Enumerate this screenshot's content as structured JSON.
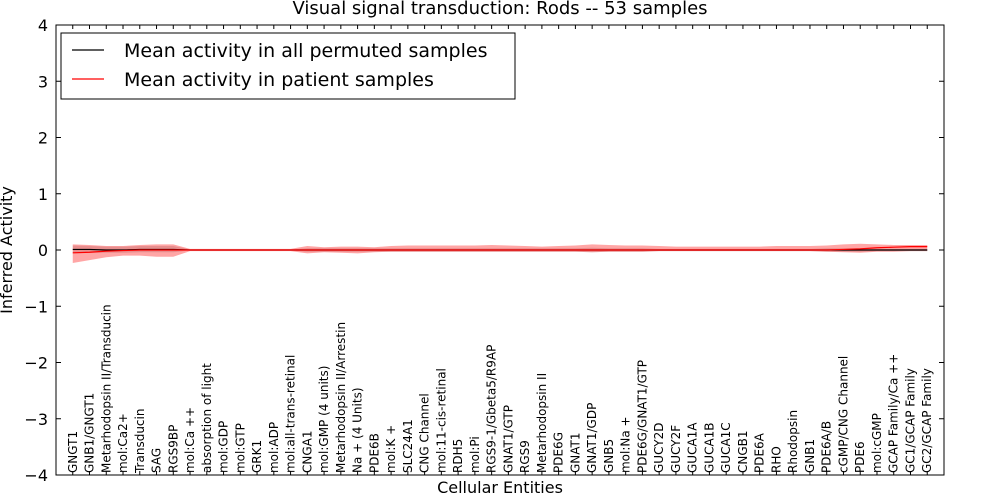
{
  "chart_data": {
    "type": "line",
    "title": "Visual signal transduction: Rods -- 53 samples",
    "xlabel": "Cellular Entities",
    "ylabel": "Inferred Activity",
    "ylim": [
      -4,
      4
    ],
    "yticks": [
      -4,
      -3,
      -2,
      -1,
      0,
      1,
      2,
      3,
      4
    ],
    "ytick_labels": [
      "−4",
      "−3",
      "−2",
      "−1",
      "0",
      "1",
      "2",
      "3",
      "4"
    ],
    "legend_position": "top-left",
    "grid": false,
    "categories": [
      "GNGT1",
      "GNB1/GNGT1",
      "Metarhodopsin II/Transducin",
      "mol:Ca2+",
      "Transducin",
      "SAG",
      "RGS9BP",
      "mol:Ca ++",
      "absorption of light",
      "mol:GDP",
      "mol:GTP",
      "GRK1",
      "mol:ADP",
      "mol:all-trans-retinal",
      "CNGA1",
      "mol:GMP (4 units)",
      "Metarhodopsin II/Arrestin",
      "Na + (4 Units)",
      "PDE6B",
      "mol:K +",
      "SLC24A1",
      "CNG Channel",
      "mol:11-cis-retinal",
      "RDH5",
      "mol:Pi",
      "RGS9-1/Gbeta5/R9AP",
      "GNAT1/GTP",
      "RGS9",
      "Metarhodopsin II",
      "PDE6G",
      "GNAT1",
      "GNAT1/GDP",
      "GNB5",
      "mol:Na +",
      "PDE6G/GNAT1/GTP",
      "GUCY2D",
      "GUCY2F",
      "GUCA1A",
      "GUCA1B",
      "GUCA1C",
      "CNGB1",
      "PDE6A",
      "RHO",
      "Rhodopsin",
      "GNB1",
      "PDE6A/B",
      "cGMP/CNG Channel",
      "PDE6",
      "mol:cGMP",
      "GCAP Family/Ca ++",
      "GC1/GCAP Family",
      "GC2/GCAP Family"
    ],
    "series": [
      {
        "name": "Mean activity in all permuted samples",
        "color": "#000000",
        "values": [
          0.01,
          0.01,
          0.0,
          0.0,
          0.01,
          0.01,
          0.01,
          0.0,
          0.0,
          0.0,
          0.0,
          0.0,
          0.0,
          0.0,
          0.0,
          0.0,
          0.0,
          0.0,
          0.0,
          0.0,
          0.0,
          0.0,
          0.0,
          0.0,
          0.0,
          0.0,
          0.0,
          0.0,
          0.0,
          0.0,
          0.0,
          0.0,
          0.0,
          0.0,
          0.0,
          0.0,
          0.0,
          0.0,
          0.0,
          0.0,
          0.0,
          0.0,
          0.0,
          0.0,
          0.0,
          0.0,
          0.0,
          0.0,
          0.0,
          0.0,
          0.0,
          0.0
        ],
        "band_low": [
          -0.06,
          -0.05,
          -0.05,
          -0.05,
          -0.04,
          -0.04,
          -0.04,
          -0.01,
          -0.01,
          -0.01,
          -0.01,
          -0.01,
          -0.01,
          -0.01,
          -0.03,
          -0.03,
          -0.03,
          -0.03,
          -0.03,
          -0.03,
          -0.03,
          -0.03,
          -0.03,
          -0.03,
          -0.03,
          -0.03,
          -0.03,
          -0.03,
          -0.03,
          -0.03,
          -0.03,
          -0.04,
          -0.03,
          -0.03,
          -0.03,
          -0.02,
          -0.02,
          -0.02,
          -0.02,
          -0.02,
          -0.02,
          -0.02,
          -0.02,
          -0.02,
          -0.02,
          -0.03,
          -0.03,
          -0.03,
          -0.02,
          -0.02,
          -0.02,
          -0.02
        ],
        "band_high": [
          0.08,
          0.07,
          0.06,
          0.06,
          0.07,
          0.07,
          0.07,
          0.01,
          0.01,
          0.01,
          0.01,
          0.01,
          0.01,
          0.01,
          0.03,
          0.03,
          0.03,
          0.03,
          0.03,
          0.03,
          0.03,
          0.03,
          0.03,
          0.03,
          0.03,
          0.03,
          0.03,
          0.03,
          0.03,
          0.03,
          0.03,
          0.04,
          0.03,
          0.03,
          0.03,
          0.02,
          0.02,
          0.02,
          0.02,
          0.02,
          0.02,
          0.02,
          0.02,
          0.02,
          0.02,
          0.03,
          0.03,
          0.03,
          0.02,
          0.02,
          0.02,
          0.02
        ]
      },
      {
        "name": "Mean activity in patient samples",
        "color": "#ff0000",
        "values": [
          -0.05,
          -0.04,
          -0.02,
          -0.01,
          0.0,
          0.0,
          0.0,
          0.0,
          0.0,
          0.0,
          0.0,
          0.0,
          0.0,
          0.0,
          0.0,
          0.0,
          0.0,
          0.0,
          0.0,
          0.0,
          0.0,
          0.0,
          0.0,
          0.0,
          0.0,
          0.0,
          0.0,
          0.0,
          0.0,
          0.0,
          0.0,
          0.0,
          0.0,
          0.0,
          0.0,
          0.0,
          0.0,
          0.0,
          0.0,
          0.0,
          0.0,
          0.0,
          0.0,
          0.0,
          0.0,
          0.0,
          0.01,
          0.02,
          0.04,
          0.05,
          0.06,
          0.06
        ],
        "band_low": [
          -0.23,
          -0.18,
          -0.13,
          -0.1,
          -0.1,
          -0.12,
          -0.12,
          -0.02,
          -0.02,
          -0.02,
          -0.02,
          -0.02,
          -0.02,
          -0.02,
          -0.06,
          -0.04,
          -0.05,
          -0.06,
          -0.04,
          -0.03,
          -0.03,
          -0.03,
          -0.03,
          -0.03,
          -0.03,
          -0.03,
          -0.03,
          -0.03,
          -0.03,
          -0.03,
          -0.03,
          -0.04,
          -0.03,
          -0.03,
          -0.03,
          -0.02,
          -0.02,
          -0.02,
          -0.02,
          -0.02,
          -0.02,
          -0.02,
          -0.02,
          -0.02,
          -0.02,
          -0.03,
          -0.04,
          -0.05,
          -0.03,
          -0.03,
          -0.02,
          -0.02
        ],
        "band_high": [
          0.1,
          0.09,
          0.07,
          0.07,
          0.09,
          0.1,
          0.1,
          0.02,
          0.02,
          0.02,
          0.02,
          0.02,
          0.02,
          0.02,
          0.07,
          0.05,
          0.06,
          0.06,
          0.05,
          0.07,
          0.08,
          0.08,
          0.08,
          0.08,
          0.08,
          0.09,
          0.08,
          0.07,
          0.06,
          0.07,
          0.08,
          0.1,
          0.09,
          0.08,
          0.08,
          0.07,
          0.06,
          0.06,
          0.06,
          0.06,
          0.06,
          0.06,
          0.07,
          0.07,
          0.07,
          0.08,
          0.1,
          0.11,
          0.1,
          0.09,
          0.09,
          0.09
        ]
      }
    ]
  }
}
